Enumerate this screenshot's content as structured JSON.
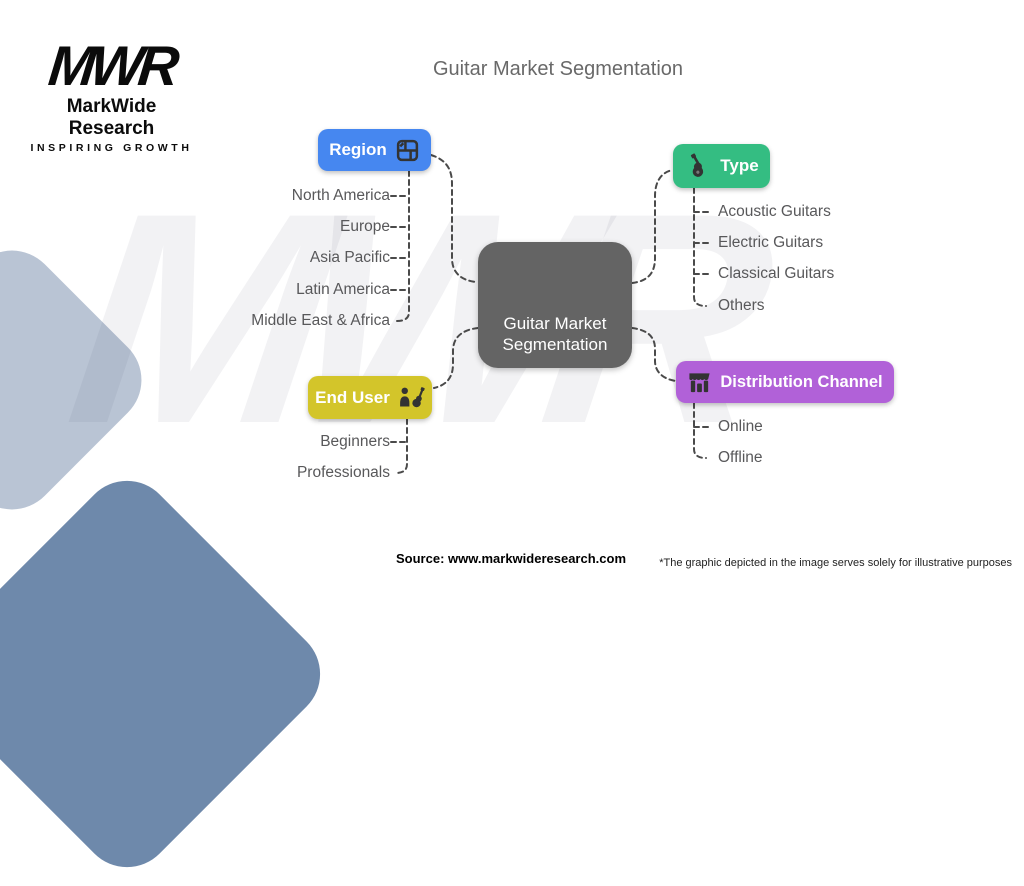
{
  "page": {
    "title": "Guitar Market Segmentation",
    "watermark": "MWR"
  },
  "logo": {
    "mark": "MWR",
    "name": "MarkWide Research",
    "tagline": "INSPIRING GROWTH"
  },
  "center": {
    "line1": "Guitar Market",
    "line2": "Segmentation",
    "color": "#646464"
  },
  "branches": [
    {
      "id": "region",
      "label": "Region",
      "color": "#4687f0",
      "icon": "map-icon",
      "items": [
        "North America",
        "Europe",
        "Asia Pacific",
        "Latin America",
        "Middle East & Africa"
      ]
    },
    {
      "id": "type",
      "label": "Type",
      "color": "#34bd82",
      "icon": "guitar-icon",
      "items": [
        "Acoustic Guitars",
        "Electric Guitars",
        "Classical Guitars",
        "Others"
      ]
    },
    {
      "id": "end-user",
      "label": "End User",
      "color": "#d3c52a",
      "icon": "person-guitar-icon",
      "items": [
        "Beginners",
        "Professionals"
      ]
    },
    {
      "id": "distribution-channel",
      "label": "Distribution Channel",
      "color": "#b161d8",
      "icon": "store-icon",
      "items": [
        "Online",
        "Offline"
      ]
    }
  ],
  "connector_color": "#4a4a4a",
  "footer": {
    "source": "Source: www.markwideresearch.com",
    "disclaimer": "*The graphic depicted in the image serves solely for illustrative purposes"
  }
}
